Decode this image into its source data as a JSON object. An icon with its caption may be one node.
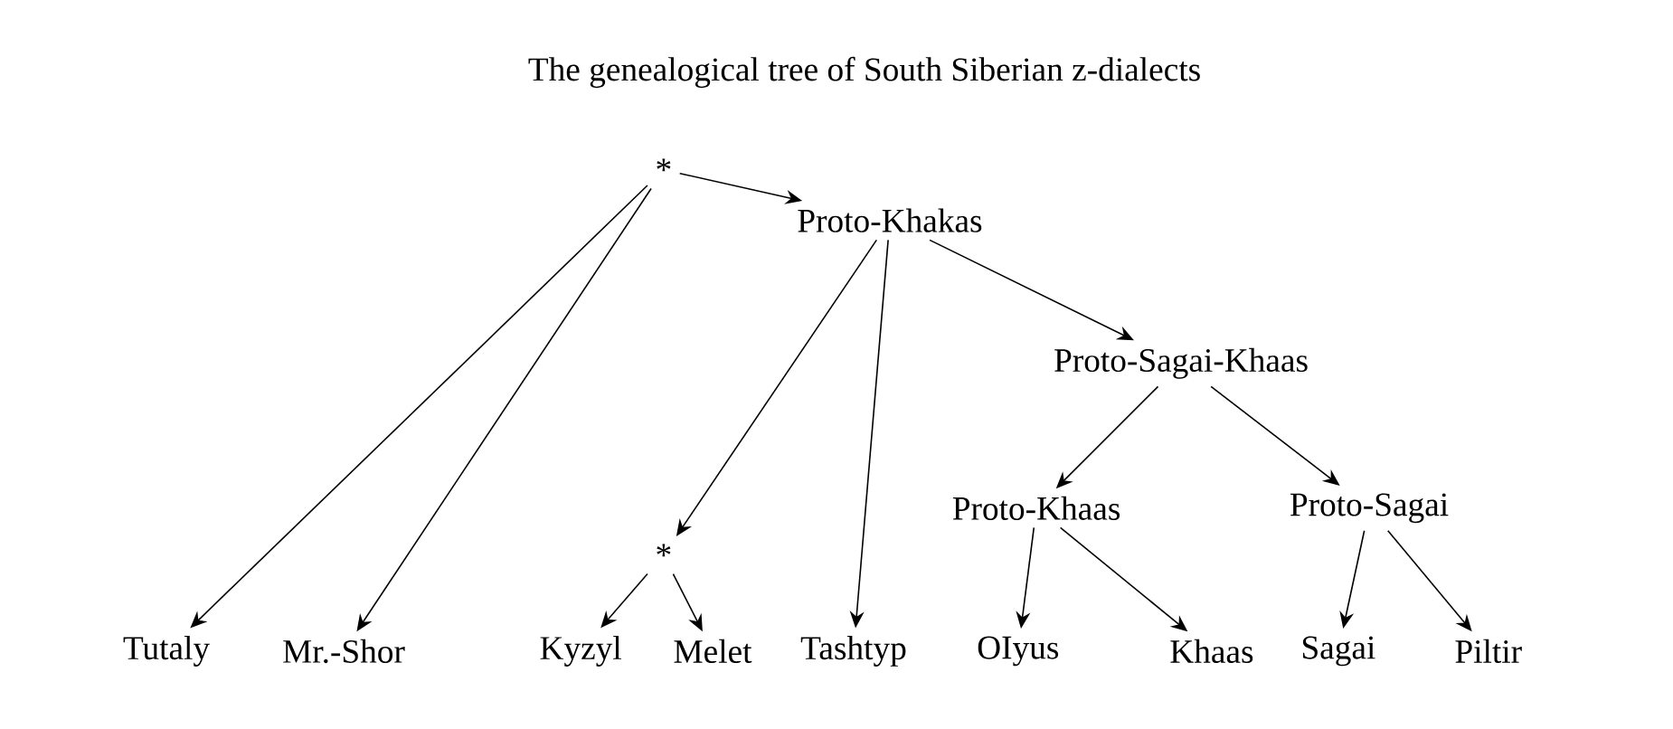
{
  "diagram": {
    "title": "The genealogical tree of South Siberian z-dialects",
    "nodes": [
      {
        "text": [
          "*"
        ]
      },
      {
        "text": [
          "Proto-Khakas"
        ]
      },
      {
        "text": [
          "Proto-Sagai-Khaas"
        ]
      },
      {
        "text": [
          "*"
        ]
      },
      {
        "text": [
          "Proto-Khaas"
        ]
      },
      {
        "text": [
          "Proto-Sagai"
        ]
      },
      {
        "text": [
          "Tutaly"
        ]
      },
      {
        "text": [
          "Mr.-Shor"
        ]
      },
      {
        "text": [
          "Kyzyl"
        ]
      },
      {
        "text": [
          "Melet"
        ]
      },
      {
        "text": [
          "Tashtyp"
        ]
      },
      {
        "text": [
          "OIyus"
        ]
      },
      {
        "text": [
          "Khaas"
        ]
      },
      {
        "text": [
          "Sagai"
        ]
      },
      {
        "text": [
          "Piltir"
        ]
      }
    ],
    "edges": [
      {
        "from": 0,
        "to": 1,
        "arrow": "to"
      },
      {
        "from": 0,
        "to": 6,
        "arrow": "to"
      },
      {
        "from": 0,
        "to": 7,
        "arrow": "to"
      },
      {
        "from": 1,
        "to": 3,
        "arrow": "to"
      },
      {
        "from": 1,
        "to": 10,
        "arrow": "to"
      },
      {
        "from": 1,
        "to": 2,
        "arrow": "to"
      },
      {
        "from": 2,
        "to": 4,
        "arrow": "to"
      },
      {
        "from": 2,
        "to": 5,
        "arrow": "to"
      },
      {
        "from": 3,
        "to": 8,
        "arrow": "to"
      },
      {
        "from": 3,
        "to": 9,
        "arrow": "to"
      },
      {
        "from": 4,
        "to": 11,
        "arrow": "to"
      },
      {
        "from": 4,
        "to": 12,
        "arrow": "to"
      },
      {
        "from": 5,
        "to": 13,
        "arrow": "to"
      },
      {
        "from": 5,
        "to": 14,
        "arrow": "to"
      }
    ]
  }
}
